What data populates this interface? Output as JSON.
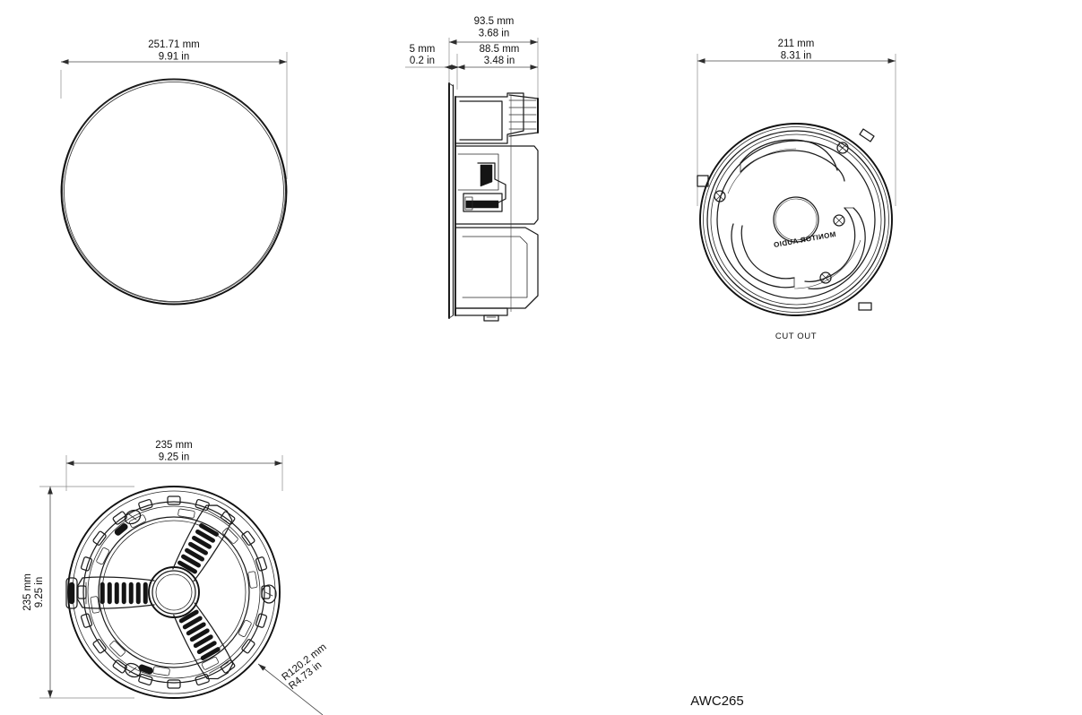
{
  "drawing": {
    "model_label": "AWC265",
    "background": "#ffffff",
    "line_color": "#111111",
    "dim_color": "#4a4a4a"
  },
  "views": {
    "front": {
      "name": "front-grille-view",
      "width_dim": {
        "mm": "251.71 mm",
        "in": "9.91 in"
      }
    },
    "side": {
      "name": "side-profile-view",
      "depth_dim": {
        "mm": "93.5 mm",
        "in": "3.68 in"
      },
      "body_dim": {
        "mm": "88.5 mm",
        "in": "3.48 in"
      },
      "flange_dim": {
        "mm": "5 mm",
        "in": "0.2 in"
      }
    },
    "cutout": {
      "name": "cut-out-view",
      "caption": "CUT OUT",
      "width_dim": {
        "mm": "211 mm",
        "in": "8.31 in"
      },
      "brand": "MONITOR AUDIO"
    },
    "rear": {
      "name": "rear-chassis-view",
      "width_dim": {
        "mm": "235 mm",
        "in": "9.25 in"
      },
      "height_dim": {
        "mm": "235 mm",
        "in": "9.25 in"
      },
      "radius_dim": {
        "mm": "R120.2 mm",
        "in": "R4.73 in"
      }
    }
  }
}
